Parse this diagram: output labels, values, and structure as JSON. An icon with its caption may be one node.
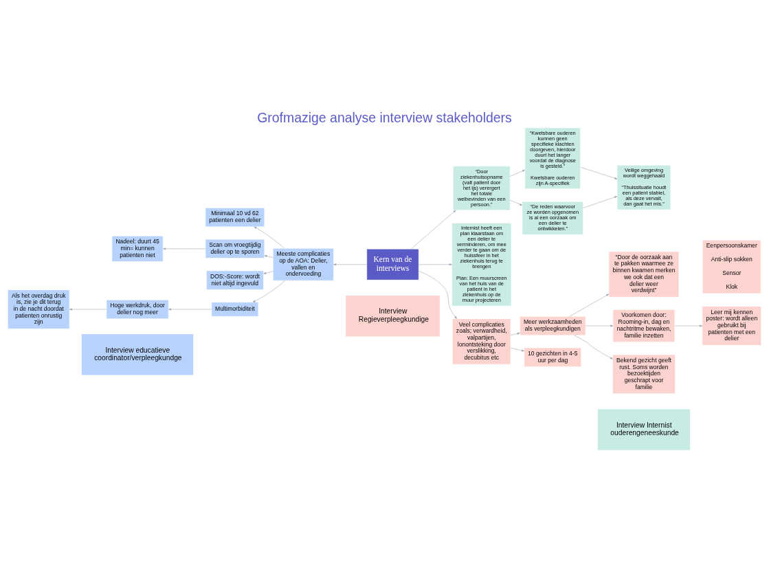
{
  "diagram": {
    "title": "Grofmazige analyse interview stakeholders",
    "nodes": [
      {
        "text": [
          "Minimaal 10 vd 62 patienten een delier"
        ]
      },
      {
        "text": [
          "Nadeel: duurt 45 min= kunnen patienten niet"
        ]
      },
      {
        "text": [
          "Scan om vroegtijdig delier op te sporen"
        ]
      },
      {
        "text": [
          "Meeste complicaties op de AOA: Delier, vallen en ondervoeding"
        ]
      },
      {
        "text": [
          "DOS:-Score: wordt niet altijd ingevuld"
        ]
      },
      {
        "text": [
          "Multimorbiditeit"
        ]
      },
      {
        "text": [
          "Hoge werkdruk, door delier nog meer"
        ]
      },
      {
        "text": [
          "Als het overdag druk is, zie je dit terug in de nacht doordat patienten onrustig zijn"
        ]
      },
      {
        "text": [
          "Kern van de interviews"
        ]
      },
      {
        "text": [
          "“Door ziekenhuisopname (valt patient door het ijs) verergert het totale welbevinden van een persoon.”"
        ]
      },
      {
        "text": [
          "“Kwetsbare ouderen kunnen geen specifieke klachten doorgeven, hierdoor duurt het langer voordat de diagnose is gesteld.”",
          "Kwetsbare ouderen zijn A-specifiek"
        ]
      },
      {
        "text": [
          "Veilige omgeving wordt weggehaald",
          "“Thuissituatie houdt een patient stabiel, als deze vervalt, dan gaat het mis.”"
        ]
      },
      {
        "text": [
          "“De reden waarvoor ze worden opgenomen is al een oorzaak om een delier te ontwikkelen.”"
        ]
      },
      {
        "text": [
          "Internist heeft een plan klaarstaan om een delier te verminderen, om mee verder te gaan om de huissfeer in het ziekenhuis terug te brengen",
          "Plan: Een muurscreen van het huis van de patient in het ziekenhuis op de muur projecteren"
        ]
      },
      {
        "text": [
          "“Door de oorzaak aan te pakken waarmee ze binnen kwamen merken we ook dat een delier weer verdwijnt”"
        ]
      },
      {
        "text": [
          "Eenpersoonskamer",
          "Anti-slip sokken",
          "Sensor",
          "Klok"
        ]
      },
      {
        "text": [
          "Veel complicaties zoals; verwardheid, valpartijen, lonontsteking door verslikking, decubitus etc"
        ]
      },
      {
        "text": [
          "Meer werkzaamheden als verpleegkundigen"
        ]
      },
      {
        "text": [
          "Voorkomen door: Rooming-in, dag en nachtritme bewaken, familie inzetten"
        ]
      },
      {
        "text": [
          "Leer mij kennen poster: wordt alleen gebruikt bij patienten met een delier"
        ]
      },
      {
        "text": [
          "10 gezichten in 4-5 uur per dag"
        ]
      },
      {
        "text": [
          "Bekend gezicht geeft rust. Soms worden bezoektijden geschrapt voor familie"
        ]
      }
    ],
    "edges": [
      {
        "from": 8,
        "to": 3,
        "arrow": "to"
      },
      {
        "from": 3,
        "to": 0,
        "arrow": "to"
      },
      {
        "from": 3,
        "to": 2,
        "arrow": "to"
      },
      {
        "from": 3,
        "to": 4,
        "arrow": "to"
      },
      {
        "from": 3,
        "to": 5,
        "arrow": "to"
      },
      {
        "from": 2,
        "to": 1,
        "arrow": "to"
      },
      {
        "from": 5,
        "to": 6,
        "arrow": "to"
      },
      {
        "from": 6,
        "to": 7,
        "arrow": "to"
      },
      {
        "from": 8,
        "to": 9,
        "arrow": "to"
      },
      {
        "from": 8,
        "to": 13,
        "arrow": "to"
      },
      {
        "from": 9,
        "to": 10,
        "arrow": "to"
      },
      {
        "from": 9,
        "to": 12,
        "arrow": "to"
      },
      {
        "from": 10,
        "to": 11,
        "arrow": "to"
      },
      {
        "from": 12,
        "to": 11,
        "arrow": "to"
      },
      {
        "from": 8,
        "to": 16,
        "arrow": "to"
      },
      {
        "from": 16,
        "to": 17,
        "arrow": "to"
      },
      {
        "from": 16,
        "to": 20,
        "arrow": "to"
      },
      {
        "from": 17,
        "to": 18,
        "arrow": "to"
      },
      {
        "from": 18,
        "to": 19,
        "arrow": "to"
      },
      {
        "from": 17,
        "to": 14,
        "arrow": "to"
      },
      {
        "from": 17,
        "to": 21,
        "arrow": "to"
      }
    ],
    "legend": [
      {
        "text": "Interview educatieve coordinator/verpleegkundge",
        "color": "#b7d3fb"
      },
      {
        "text": "Interview Regieverpleegkundige",
        "color": "#fdd3d0"
      },
      {
        "text": "Interview Internist ouderengeneeskunde",
        "color": "#c8ece3"
      }
    ]
  }
}
